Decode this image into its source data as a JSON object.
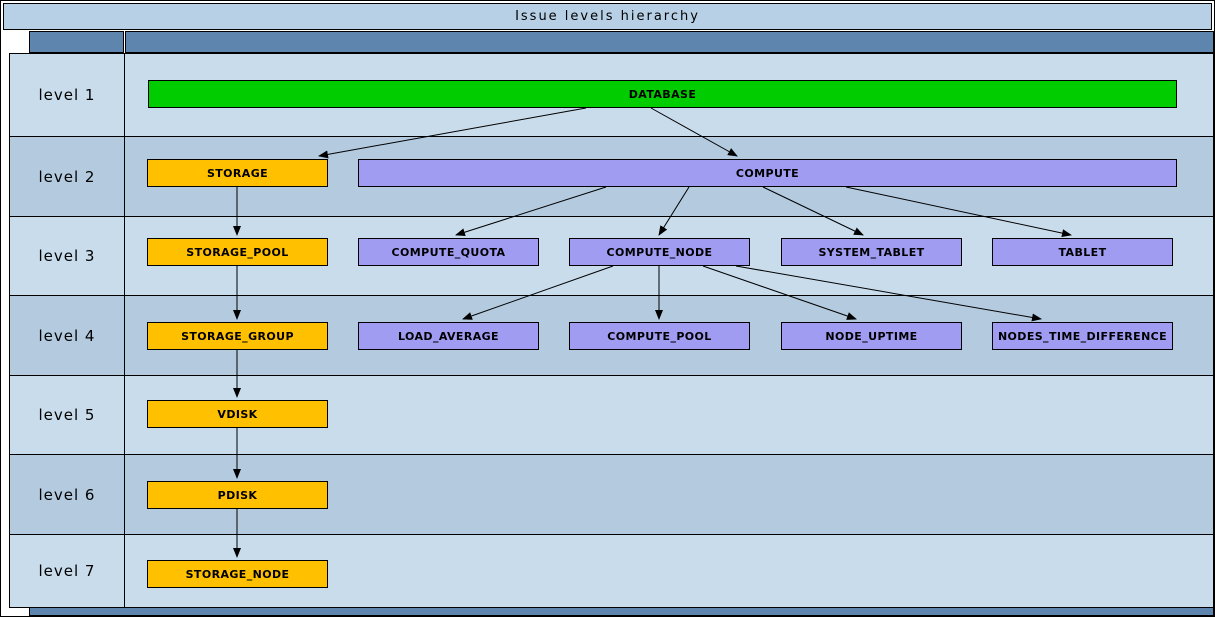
{
  "title": "Issue levels hierarchy",
  "levels": [
    {
      "label": "level 1"
    },
    {
      "label": "level 2"
    },
    {
      "label": "level 3"
    },
    {
      "label": "level 4"
    },
    {
      "label": "level 5"
    },
    {
      "label": "level 6"
    },
    {
      "label": "level 7"
    }
  ],
  "nodes": [
    {
      "id": "DATABASE",
      "level": 1,
      "label": "DATABASE",
      "color": "#00cc00"
    },
    {
      "id": "STORAGE",
      "level": 2,
      "label": "STORAGE",
      "color": "#ffc000"
    },
    {
      "id": "COMPUTE",
      "level": 2,
      "label": "COMPUTE",
      "color": "#9f9cf2"
    },
    {
      "id": "STORAGE_POOL",
      "level": 3,
      "label": "STORAGE_POOL",
      "color": "#ffc000"
    },
    {
      "id": "COMPUTE_QUOTA",
      "level": 3,
      "label": "COMPUTE_QUOTA",
      "color": "#9f9cf2"
    },
    {
      "id": "COMPUTE_NODE",
      "level": 3,
      "label": "COMPUTE_NODE",
      "color": "#9f9cf2"
    },
    {
      "id": "SYSTEM_TABLET",
      "level": 3,
      "label": "SYSTEM_TABLET",
      "color": "#9f9cf2"
    },
    {
      "id": "TABLET",
      "level": 3,
      "label": "TABLET",
      "color": "#9f9cf2"
    },
    {
      "id": "STORAGE_GROUP",
      "level": 4,
      "label": "STORAGE_GROUP",
      "color": "#ffc000"
    },
    {
      "id": "LOAD_AVERAGE",
      "level": 4,
      "label": "LOAD_AVERAGE",
      "color": "#9f9cf2"
    },
    {
      "id": "COMPUTE_POOL",
      "level": 4,
      "label": "COMPUTE_POOL",
      "color": "#9f9cf2"
    },
    {
      "id": "NODE_UPTIME",
      "level": 4,
      "label": "NODE_UPTIME",
      "color": "#9f9cf2"
    },
    {
      "id": "NODES_TIME_DIFFERENCE",
      "level": 4,
      "label": "NODES_TIME_DIFFERENCE",
      "color": "#9f9cf2"
    },
    {
      "id": "VDISK",
      "level": 5,
      "label": "VDISK",
      "color": "#ffc000"
    },
    {
      "id": "PDISK",
      "level": 6,
      "label": "PDISK",
      "color": "#ffc000"
    },
    {
      "id": "STORAGE_NODE",
      "level": 7,
      "label": "STORAGE_NODE",
      "color": "#ffc000"
    }
  ],
  "edges": [
    {
      "from": "DATABASE",
      "to": "STORAGE"
    },
    {
      "from": "DATABASE",
      "to": "COMPUTE"
    },
    {
      "from": "STORAGE",
      "to": "STORAGE_POOL"
    },
    {
      "from": "COMPUTE",
      "to": "COMPUTE_QUOTA"
    },
    {
      "from": "COMPUTE",
      "to": "COMPUTE_NODE"
    },
    {
      "from": "COMPUTE",
      "to": "SYSTEM_TABLET"
    },
    {
      "from": "COMPUTE",
      "to": "TABLET"
    },
    {
      "from": "STORAGE_POOL",
      "to": "STORAGE_GROUP"
    },
    {
      "from": "COMPUTE_NODE",
      "to": "LOAD_AVERAGE"
    },
    {
      "from": "COMPUTE_NODE",
      "to": "COMPUTE_POOL"
    },
    {
      "from": "COMPUTE_NODE",
      "to": "NODE_UPTIME"
    },
    {
      "from": "COMPUTE_NODE",
      "to": "NODES_TIME_DIFFERENCE"
    },
    {
      "from": "STORAGE_GROUP",
      "to": "VDISK"
    },
    {
      "from": "VDISK",
      "to": "PDISK"
    },
    {
      "from": "PDISK",
      "to": "STORAGE_NODE"
    }
  ],
  "colors": {
    "title_bar": "#b8d0e6",
    "header_band": "#5d85ad",
    "row_light": "#c9dcec",
    "row_dark": "#b3cadf",
    "database_node": "#00cc00",
    "storage_branch": "#ffc000",
    "compute_branch": "#9f9cf2",
    "edge": "#000000"
  }
}
